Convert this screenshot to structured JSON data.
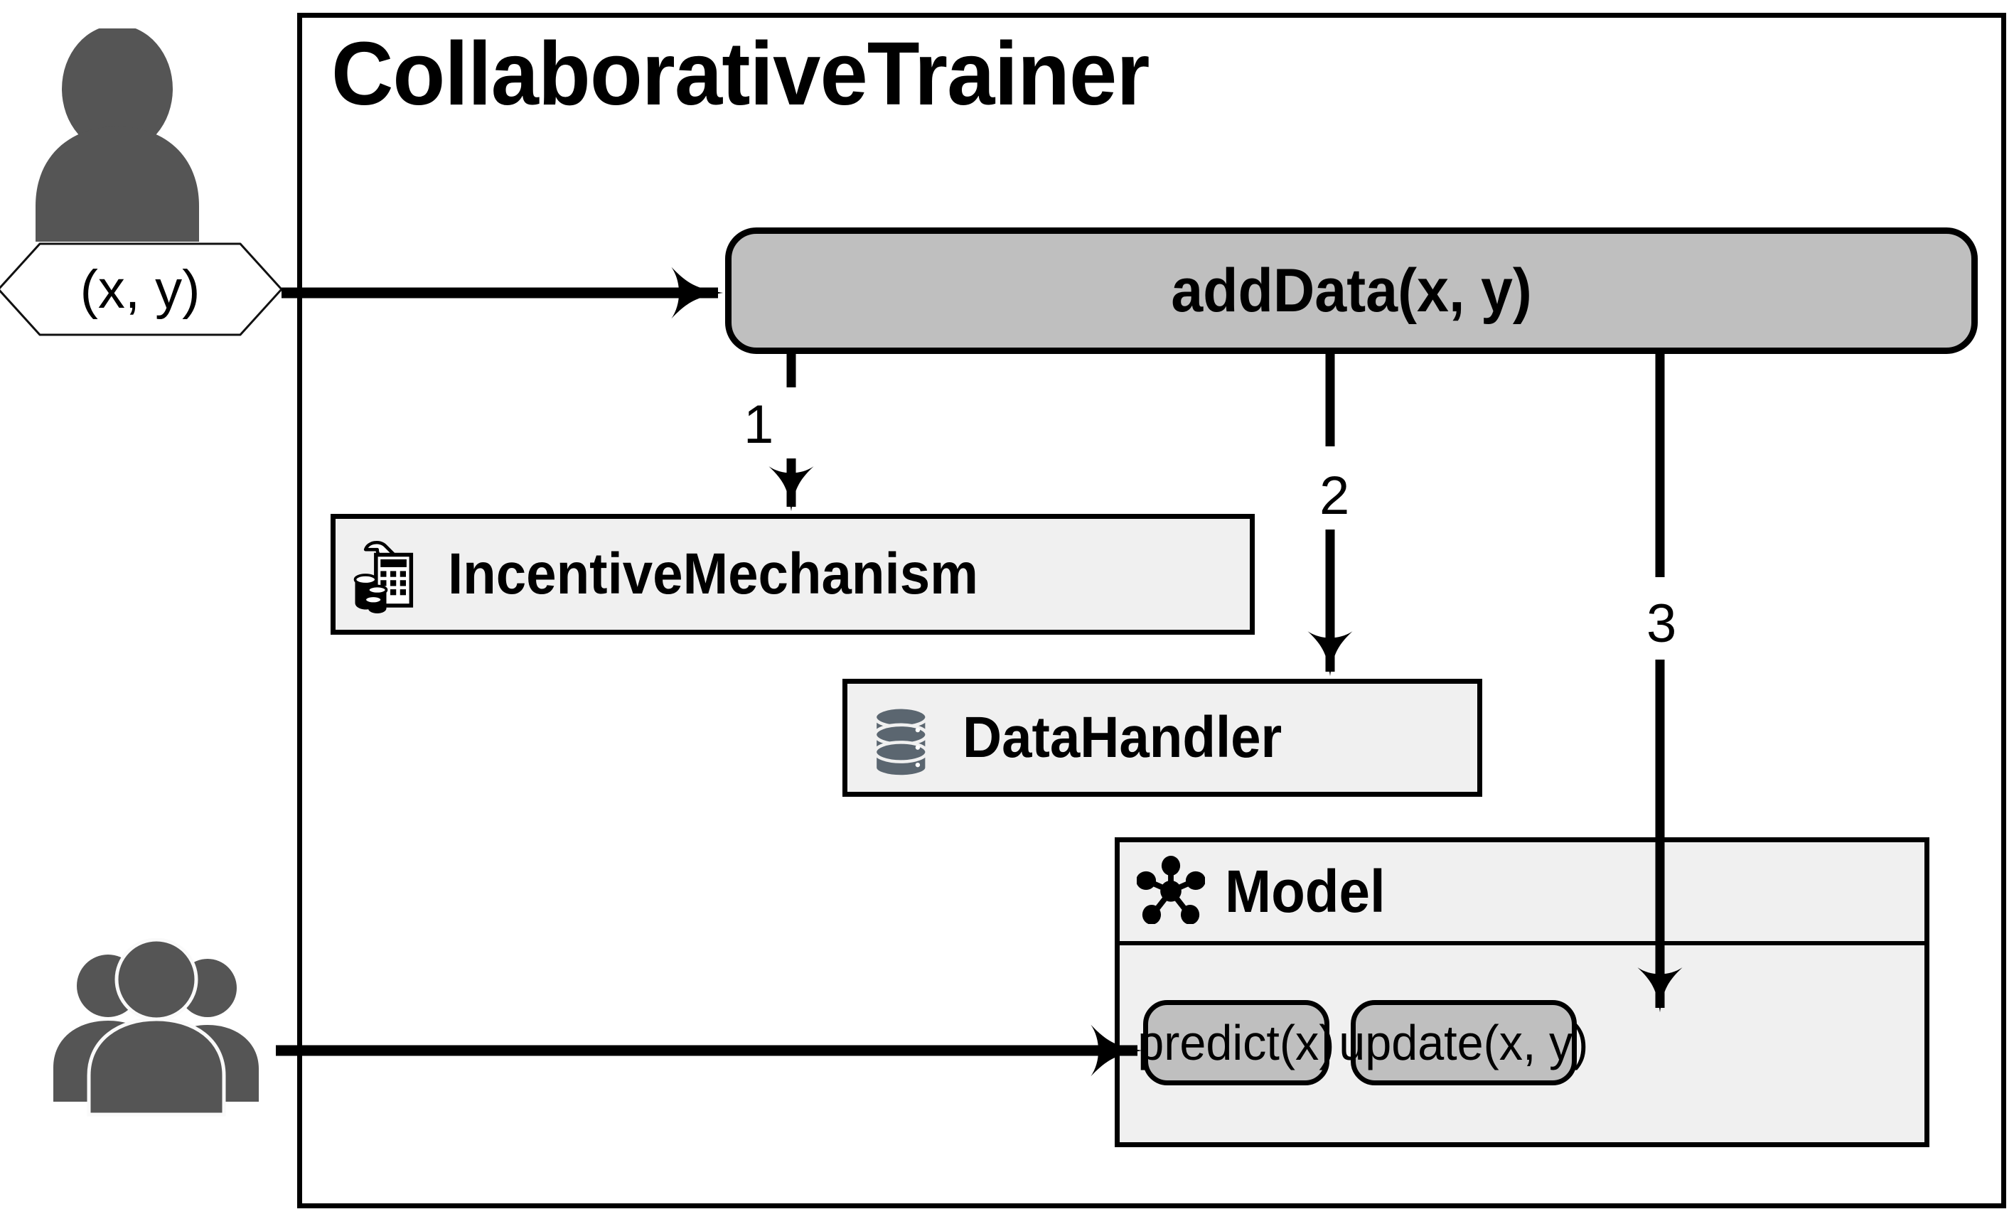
{
  "frame": {
    "title": "CollaborativeTrainer"
  },
  "actors": {
    "single_user": {
      "icon": "user-icon",
      "data_badge": "(x, y)"
    },
    "user_group": {
      "icon": "users-group-icon"
    }
  },
  "entry_point": {
    "label": "addData(x, y)",
    "fill": "#BFBFBF",
    "stroke": "#000000"
  },
  "components": [
    {
      "id": "incentive-mechanism",
      "name": "IncentiveMechanism",
      "icon": "calculator-receipt-coins-icon",
      "fill": "#F0F0F0"
    },
    {
      "id": "data-handler",
      "name": "DataHandler",
      "icon": "database-stack-icon",
      "fill": "#F0F0F0"
    },
    {
      "id": "model",
      "name": "Model",
      "icon": "network-hub-icon",
      "fill": "#F0F0F0",
      "methods": [
        {
          "id": "predict",
          "label": "predict(x)",
          "fill": "#BFBFBF"
        },
        {
          "id": "update",
          "label": "update(x, y)",
          "fill": "#BFBFBF"
        }
      ]
    }
  ],
  "flows": [
    {
      "step": "1",
      "from": "addData(x, y)",
      "to": "IncentiveMechanism"
    },
    {
      "step": "2",
      "from": "addData(x, y)",
      "to": "DataHandler"
    },
    {
      "step": "3",
      "from": "addData(x, y)",
      "to": "update(x, y)"
    }
  ],
  "colors": {
    "box_fill": "#F0F0F0",
    "accent_fill": "#BFBFBF",
    "stroke": "#000000",
    "actor_gray": "#555555",
    "db_gray": "#5B6670",
    "page_bg": "#FFFFFF"
  }
}
